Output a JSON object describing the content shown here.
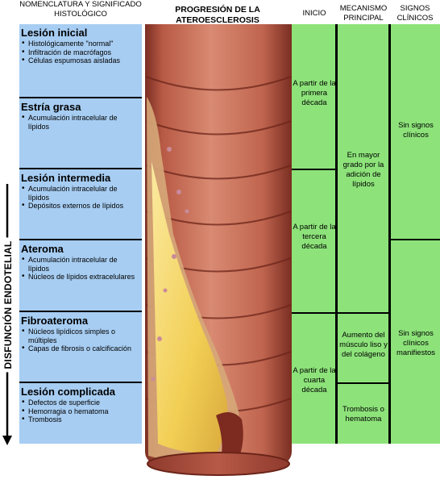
{
  "headers": {
    "nomenclature": "NOMENCLATURA Y SIGNIFICADO HISTOLÓGICO",
    "progression": "PROGRESIÓN DE LA ATEROESCLEROSIS",
    "onset": "INICIO",
    "mechanism": "MECANISMO PRINCIPAL",
    "signs": "SIGNOS CLÍNICOS"
  },
  "side_label": "DISFUNCIÓN ENDOTELIAL",
  "stages": [
    {
      "title": "Lesión inicial",
      "items": [
        "Histológicamente \"normal\"",
        "Infiltración de macrófagos",
        "Células espumosas aisladas"
      ]
    },
    {
      "title": "Estría grasa",
      "items": [
        "Acumulación intracelular de lípidos"
      ]
    },
    {
      "title": "Lesión intermedia",
      "items": [
        "Acumulación intracelular de lípidos",
        "Depósitos externos de lípidos"
      ]
    },
    {
      "title": "Ateroma",
      "items": [
        "Acumulación intracelular de lípidos",
        "Núcleos de lípidos extracelulares"
      ]
    },
    {
      "title": "Fibroateroma",
      "items": [
        "Núcleos lipídicos simples o múltiples",
        "Capas de fibrosis o calcificación"
      ]
    },
    {
      "title": "Lesión complicada",
      "items": [
        "Defectos de superficie",
        "Hemorragia o hematoma",
        "Trombosis"
      ]
    }
  ],
  "onset": [
    "A partir de la primera década",
    "A partir de la tercera década",
    "A partir de la cuarta década"
  ],
  "mechanism": [
    "En mayor grado por la adición de lípidos",
    "Aumento del músculo liso y del colágeno",
    "Trombosis o hematoma"
  ],
  "signs": [
    "Sin signos clínicos",
    "Sin signos clínicos manifiestos"
  ],
  "colors": {
    "stage_blue": "#a7cdf2",
    "clinical_green": "#8de37a",
    "artery_wall": "#c1624e",
    "lipid_yellow": "#f4d35e"
  }
}
